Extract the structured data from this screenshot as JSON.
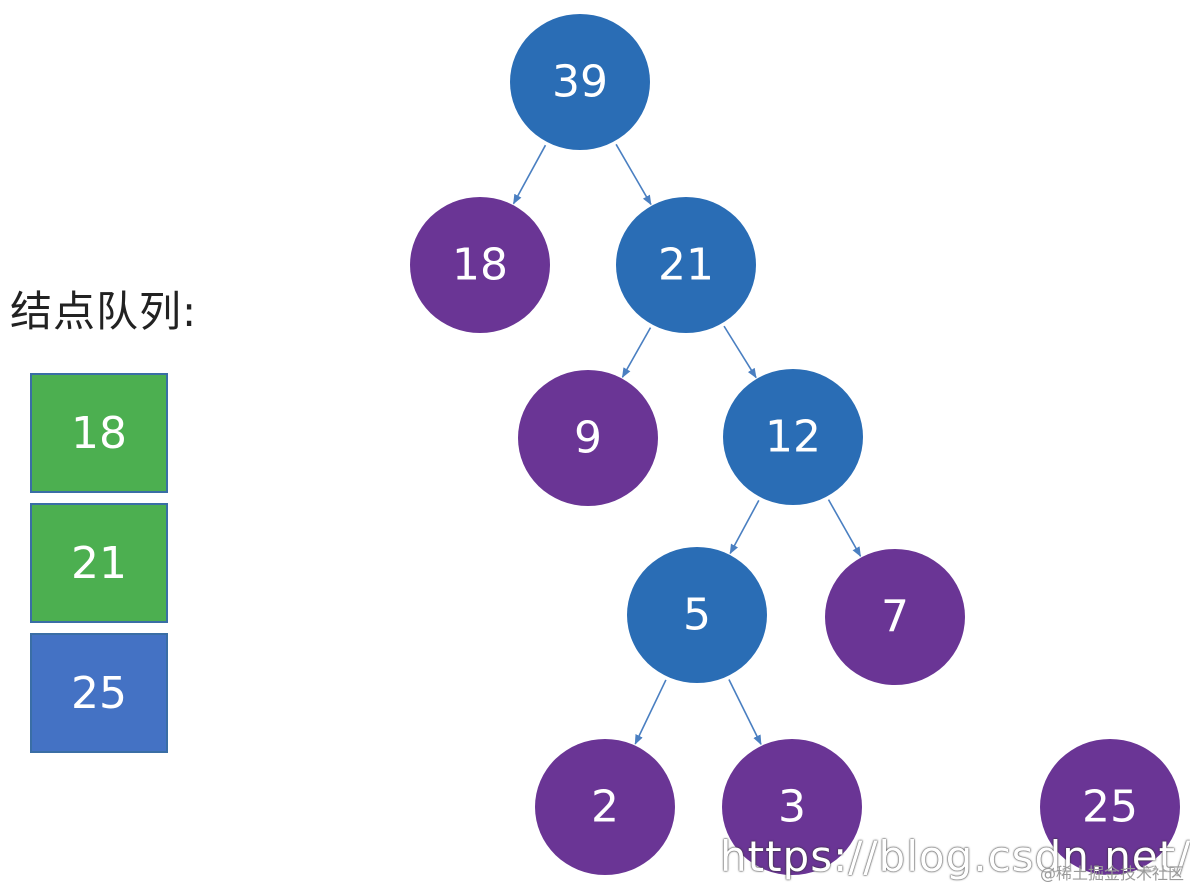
{
  "queue": {
    "title": "结点队列:",
    "items": [
      {
        "label": "18",
        "color": "#4caf50"
      },
      {
        "label": "21",
        "color": "#4caf50"
      },
      {
        "label": "25",
        "color": "#4472c4"
      }
    ]
  },
  "colors": {
    "blue_node": "#2a6db5",
    "purple_node": "#6a3595",
    "edge": "#4a7fc1"
  },
  "tree": {
    "nodes": [
      {
        "id": "n39",
        "label": "39",
        "color": "blue"
      },
      {
        "id": "n18",
        "label": "18",
        "color": "purple"
      },
      {
        "id": "n21",
        "label": "21",
        "color": "blue"
      },
      {
        "id": "n9",
        "label": "9",
        "color": "purple"
      },
      {
        "id": "n12",
        "label": "12",
        "color": "blue"
      },
      {
        "id": "n5",
        "label": "5",
        "color": "blue"
      },
      {
        "id": "n7",
        "label": "7",
        "color": "purple"
      },
      {
        "id": "n2",
        "label": "2",
        "color": "purple"
      },
      {
        "id": "n3",
        "label": "3",
        "color": "purple"
      },
      {
        "id": "n25",
        "label": "25",
        "color": "purple"
      }
    ],
    "edges": [
      [
        "n39",
        "n18"
      ],
      [
        "n39",
        "n21"
      ],
      [
        "n21",
        "n9"
      ],
      [
        "n21",
        "n12"
      ],
      [
        "n12",
        "n5"
      ],
      [
        "n12",
        "n7"
      ],
      [
        "n5",
        "n2"
      ],
      [
        "n5",
        "n3"
      ]
    ]
  },
  "watermark": {
    "url": "https://blog.csdn.net/weixin_...ngeID",
    "credit": "@稀土掘金技术社区"
  }
}
